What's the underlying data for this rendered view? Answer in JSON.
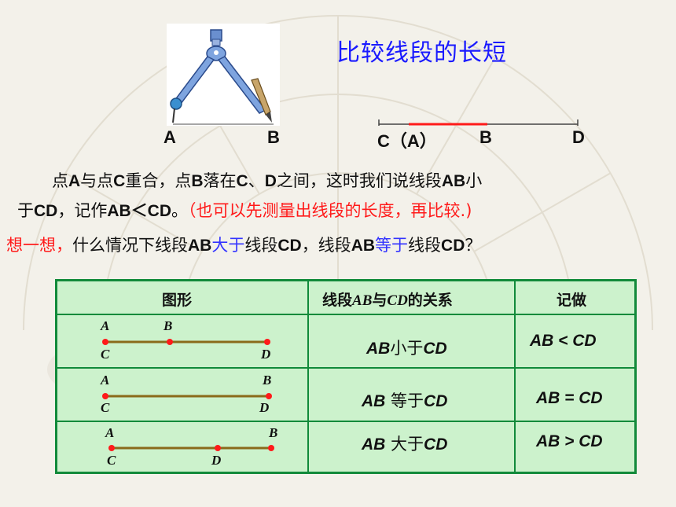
{
  "title": "比较线段的长短",
  "compass_labels": {
    "a": "A",
    "b": "B"
  },
  "segment_labels": {
    "c": "C（A）",
    "b": "B",
    "d": "D"
  },
  "paragraph": {
    "line1": [
      "点",
      "A",
      "与点",
      "C",
      "重合，点",
      "B",
      "落在",
      "C",
      "、",
      "D",
      "之间，这时我们说线段",
      "AB",
      "小"
    ],
    "line2_a": "于",
    "line2_cd": "CD",
    "line2_b": "，记作",
    "line2_abcd": "AB＜CD",
    "line2_c": "。",
    "line2_red": "（也可以先测量出线段的长度，再比较.)"
  },
  "question": {
    "red": "想一想，",
    "p1": "什么情况下线段",
    "ab1": "AB",
    "blue1": "大于",
    "p2": "线段",
    "cd1": "CD",
    "p3": "，线段",
    "ab2": "AB",
    "blue2": "等于",
    "p4": "线段",
    "cd2": "CD",
    "p5": "？"
  },
  "table": {
    "headers": {
      "figure": "图形",
      "relation_pre": "线段",
      "relation_ab": "AB",
      "relation_mid": "与",
      "relation_cd": "CD",
      "relation_post": "的关系",
      "notation": "记做"
    },
    "rows": [
      {
        "relation_ab": "AB",
        "relation_word": "小于",
        "relation_cd": "CD",
        "notation": "AB < CD",
        "labels": {
          "a": "A",
          "b": "B",
          "c": "C",
          "d": "D"
        }
      },
      {
        "relation_ab": "AB",
        "relation_word": " 等于",
        "relation_cd": "CD",
        "notation": "AB = CD",
        "labels": {
          "a": "A",
          "b": "B",
          "c": "C",
          "d": "D"
        }
      },
      {
        "relation_ab": "AB",
        "relation_word": " 大于",
        "relation_cd": "CD",
        "notation": "AB > CD",
        "labels": {
          "a": "A",
          "b": "B",
          "c": "C",
          "d": "D"
        }
      }
    ]
  },
  "colors": {
    "table_fill": "#ccf2cc",
    "table_border": "#118a3a",
    "segment": "#8a6a1a",
    "point": "#ff1a1a",
    "title": "#1a1aff"
  }
}
